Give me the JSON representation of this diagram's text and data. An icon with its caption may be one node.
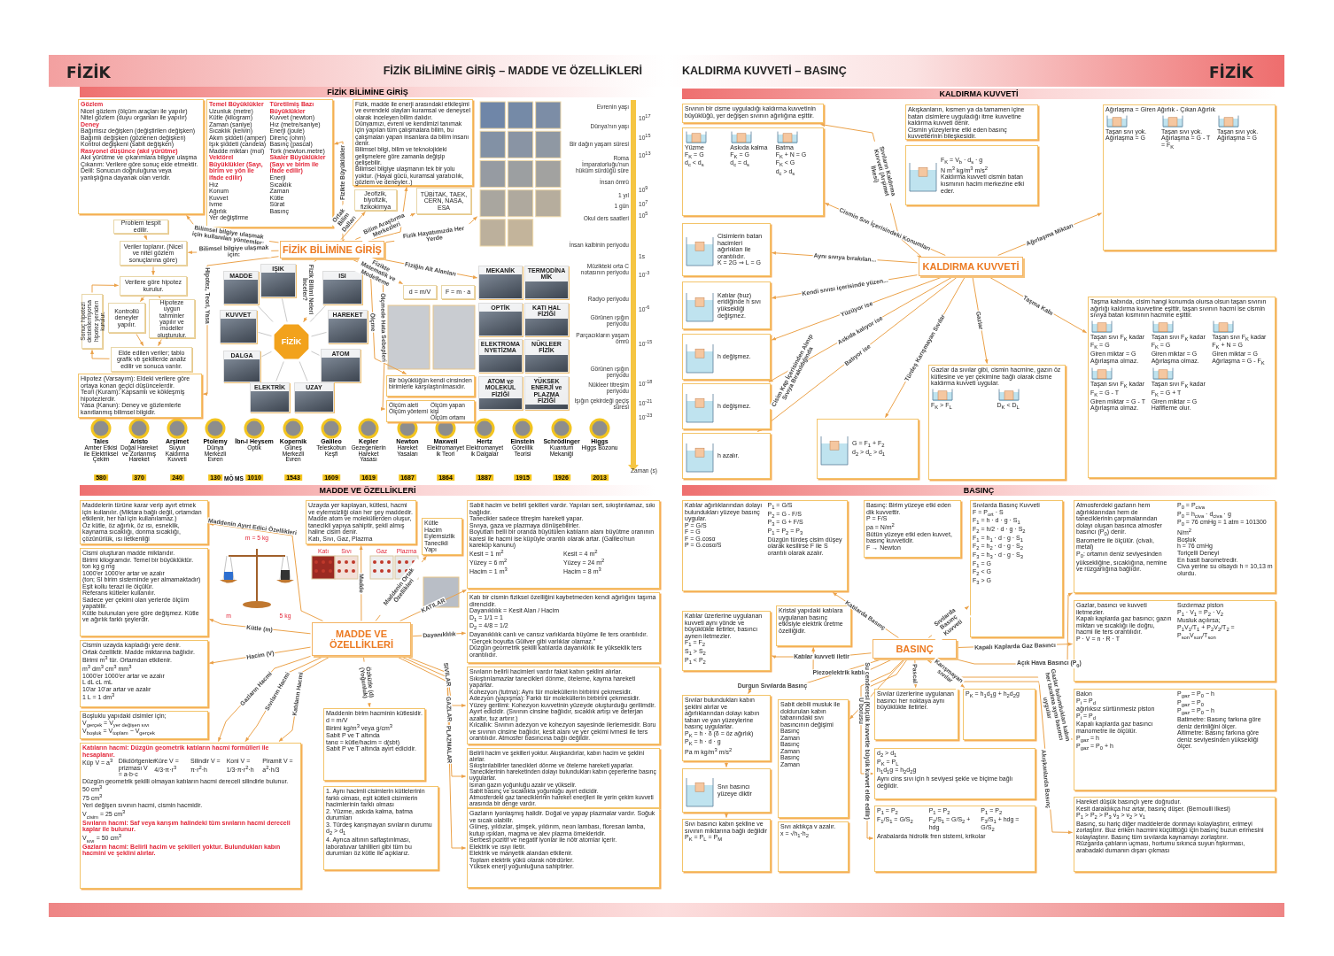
{
  "diagram": {
    "nodes": [
      {
        "text": [
          "FİZİK BİLİMİNE GİRİŞ"
        ]
      },
      {
        "text": [
          "Gözlem",
          "Nicel gözlem (ölçüm araçları ile yapılır)",
          "Nitel gözlem (duyu organları ile yapılır)",
          "Deney",
          "Bağımsız değişken (değiştirilen değişken)",
          "Bağımlı değişken (gözlenen değişken)",
          "Kontrol değişkeni (sabit değişken)",
          "Rasyonel düşünce (akıl yürütme)",
          "Akıl yürütme ve çıkarımlara bilgiye ulaşma",
          "Çıkarım: Verilere göre sonuç elde etmektir.",
          "Delil: Sonucun doğruluğuna veya yanlışlığına dayanak olan veridir."
        ]
      },
      {
        "text": [
          "Temel Büyüklükler",
          "Uzunluk (metre)",
          "Kütle (kilogram)",
          "Zaman (saniye)",
          "Sıcaklık (kelvin)",
          "Akım şiddeti (amper)",
          "Işık şiddeti (candela)",
          "Madde miktarı (mol)",
          "Türetilmiş Bazı Büyüklükler",
          "Kuvvet (newton)",
          "Hız (metre/saniye)",
          "Enerji (joule)",
          "Direnç (ohm)",
          "Basınç (pascal)",
          "Tork (newton.metre)",
          "Vektörel Büyüklükler (Sayı, birim ve yön ile ifade edilir)",
          "Hız",
          "Konum",
          "Kuvvet",
          "İvme",
          "Ağırlık",
          "Yer değiştirme",
          "Skaler Büyüklükler (Sayı ve birim ile ifade edilir)",
          "Enerji",
          "Sıcaklık",
          "Zaman",
          "Kütle",
          "Sürat",
          "Basınç"
        ]
      },
      {
        "text": [
          "Fizik, madde ile enerji arasındaki etkileşimi ve evrendeki olayları kuramsal ve deneysel olarak inceleyen bilim dalıdır.",
          "Dünyamızı, evreni ve kendimizi tanımak için yapılan tüm çalışmalara bilim, bu çalışmaları yapan insanlara da bilim insanı denir.",
          "Bilimsel bilgi, bilim ve teknolojideki gelişmelere göre zamanla değişip gelişebilir.",
          "Bilimsel bilgiye ulaşmanın tek bir yolu yoktur. (Hayal gücü, kuramsal yaratıcılık, gözlem ve deneyler..)"
        ]
      },
      {
        "text": [
          "Jeofizik, biyofizik, fizikokimya"
        ]
      },
      {
        "text": [
          "TÜBİTAK, TAEK, CERN, NASA, ESA"
        ]
      },
      {
        "text": [],
        "shape": "picture"
      },
      {
        "text": [
          "Problem tespit edilir."
        ]
      },
      {
        "text": [
          "Veriler toplanır. (Nicel ve nitel gözlem sonuçlarına göre)"
        ]
      },
      {
        "text": [
          "Verilere göre hipotez kurulur."
        ]
      },
      {
        "text": [
          "Kontrollü deneyler yapılır."
        ]
      },
      {
        "text": [
          "Hipoteze uygun tahminler yapılır ve modeller oluşturulur."
        ]
      },
      {
        "text": [
          "Elde edilen veriler; tablo grafik vb şekillerde analiz edilir ve sonuca varılır."
        ]
      },
      {
        "text": [
          "Sonuç hipotezi desteklemiyorsa hipotez yeniden kurulur."
        ]
      },
      {
        "text": [
          "Hipotez (Varsayım): Eldeki verilere göre ortaya konan geçici düşüncelerdir.",
          "Teori (Kuram): Kapsamlı ve kökleşmiş hipotezlerdir.",
          "Yasa (Kanun): Deney ve gözlemlerle kanıtlanmış bilimsel bilgidir."
        ]
      },
      {
        "text": [
          "FİZİK"
        ]
      },
      {
        "text": [
          "MADDE"
        ]
      },
      {
        "text": [
          "IŞIK"
        ]
      },
      {
        "text": [
          "ISI"
        ]
      },
      {
        "text": [
          "KUVVET"
        ]
      },
      {
        "text": [
          "HAREKET"
        ]
      },
      {
        "text": [
          "DALGA"
        ]
      },
      {
        "text": [
          "ATOM"
        ]
      },
      {
        "text": [
          "ELEKTRİK"
        ]
      },
      {
        "text": [
          "UZAY"
        ]
      },
      {
        "text": [
          "d = m/V"
        ]
      },
      {
        "text": [
          "F = m · a"
        ]
      },
      {
        "text": [
          "Bir büyüklüğün kendi cinsinden birimlerle karşılaştırılmasıdır."
        ]
      },
      {
        "text": [
          "Ölçüm aleti",
          "Ölçüm yöntemi",
          "Ölçüm yapan kişi",
          "Ölçüm ortamı"
        ]
      },
      {
        "text": [
          "MEKANİK"
        ]
      },
      {
        "text": [
          "TERMODİNAMİK"
        ]
      },
      {
        "text": [
          "OPTİK"
        ]
      },
      {
        "text": [
          "KATI HAL FİZİĞİ"
        ]
      },
      {
        "text": [
          "ELEKTROMANYETİZMA"
        ]
      },
      {
        "text": [
          "NÜKLEER FİZİK"
        ]
      },
      {
        "text": [
          "ATOM ve MOLEKÜL FİZİĞİ"
        ]
      },
      {
        "text": [
          "YÜKSEK ENERJİ ve PLAZMA FİZİĞİ"
        ]
      },
      {
        "text": [
          "KALDIRMA KUVVETİ"
        ]
      },
      {
        "text": [
          "Sıvının bir cisme uyguladığı kaldırma kuvvetinin büyüklüğü, yer değişen sıvının ağırlığına eşittir."
        ]
      },
      {
        "text": [
          "Yüzme",
          "F$_{K}$ = G",
          "d$_{c}$ < d$_{s}$",
          "Askıda kalma",
          "F$_{K}$ = G",
          "d$_{c}$ = d$_{s}$",
          "Batma",
          "F$_{K}$ + N = G",
          "F$_{K}$ < G",
          "d$_{c}$ > d$_{s}$"
        ]
      },
      {
        "text": [
          "Akışkanların, kısmen ya da tamamen içine batan cisimlere uyguladığı itme kuvvetine kaldırma kuvveti denir.",
          "Cismin yüzeylerine etki eden basınç kuvvetlerinin bileşkesidir."
        ]
      },
      {
        "text": [
          "F$_{K}$ = V$_{b}$ · d$_{s}$ · g",
          "N   m$^{3}$   kg/m$^{3}$   m/s$^{2}$",
          "Kaldırma kuvveti cismin batan kısmının hacim merkezine etki eder."
        ]
      },
      {
        "text": [
          "Ağırlaşma = Giren Ağırlık - Çıkan Ağırlık",
          "Taşan sıvı yok.",
          "Ağırlaşma = G",
          "Taşan sıvı yok.",
          "Ağırlaşma = G - T = F$_{K}$",
          "Taşan sıvı yok.",
          "Ağırlaşma = G"
        ]
      },
      {
        "text": [
          "Cisimlerin batan hacimleri ağırlıkları ile orantılıdır.",
          "K = 2G ⇒ L = G"
        ]
      },
      {
        "text": [
          "Katılar (buz) eridiğinde h sıvı yüksekliği değişmez."
        ]
      },
      {
        "text": [
          "h değişmez."
        ]
      },
      {
        "text": [
          "h değişmez."
        ]
      },
      {
        "text": [
          "h azalır."
        ]
      },
      {
        "text": [
          "G = F$_{1}$ + F$_{2}$",
          "d$_{2}$ > d$_{c}$ > d$_{1}$"
        ]
      },
      {
        "text": [
          "Gazlar da sıvılar gibi, cismin hacmine, gazın öz kütlesine ve yer çekimine bağlı olarak cisme kaldırma kuvveti uygular.",
          "F$_{K}$ > F$_{L}$",
          "D$_{K}$ < D$_{L}$"
        ]
      },
      {
        "text": [
          "Taşma kabında, cisim hangi konumda olursa olsun taşan sıvının ağırlığı kaldırma kuvvetine eşittir, taşan sıvının hacmi ise cismin sıvıya batan kısmının hacmine eşittir.",
          "Taşan sıvı F$_{K}$ kadar",
          "F$_{K}$ = G",
          "Giren miktar = G",
          "Ağırlaşma olmaz.",
          "Taşan sıvı F$_{K}$ kadar",
          "F$_{K}$ = G",
          "Giren miktar = G",
          "Ağırlaşma olmaz.",
          "Taşan sıvı F$_{K}$ kadar",
          "F$_{K}$ + N = G",
          "Giren miktar = G",
          "Ağırlaşma = G - F$_{K}$",
          "Taşan sıvı F$_{K}$ kadar",
          "F$_{K}$ = G - T",
          "Giren miktar = G - T",
          "Ağırlaşma olmaz.",
          "Taşan sıvı F$_{K}$ kadar",
          "F$_{K}$ = G + T",
          "Giren miktar = G",
          "Hafifleme olur."
        ]
      },
      {
        "text": [
          "MADDE VE ÖZELLİKLERİ"
        ]
      },
      {
        "text": [
          "Maddelerin türüne karar verip ayırt etmek için kullanılır. (Miktara bağlı değil, ortamdan etkilenir, her hal için kullanılamaz.)",
          "Öz kütle, öz ağırlık, öz ısı, esneklik, kaynama sıcaklığı, donma sıcaklığı, çözünürlük, ısı iletkenliği"
        ]
      },
      {
        "text": [
          "Cismi oluşturan madde miktarıdır.",
          "Birimi kilogramdır. Temel bir büyüklüktür.",
          "ton kg g mg",
          "1000'er 1000'er artar ve azalır",
          "(ton; SI birim sisteminde yer almamaktadır)",
          "Eşit kollu terazi ile ölçülür.",
          "Referans kütleler kullanılır.",
          "Sadece yer çekimi olan yerlerde ölçüm yapabilir.",
          "Kütle bulunulan yere göre değişmez. Kütle ve ağırlık farklı şeylerdir."
        ]
      },
      {
        "text": [
          "Cismin uzayda kapladığı yere denir.",
          "Ortak özelliktir. Madde miktarına bağlıdır.",
          "Birimi m$^{3}$ tür. Ortamdan etkilenir.",
          "m$^{3}$ dm$^{3}$ cm$^{3}$ mm$^{3}$",
          "1000'er 1000'er artar ve azalır",
          "L dL cL mL",
          "10'ar 10'ar artar ve azalır",
          "1 L = 1 dm$^{3}$"
        ]
      },
      {
        "text": [
          "Boşluklu yapıdaki cisimler için;",
          "V$_{gerçek}$ = V$_{yer değişen sıvı}$",
          "V$_{boşluk}$ = V$_{toplam}$ − V$_{gerçek}$"
        ]
      },
      {
        "text": [
          "Katıların hacmi: Düzgün geometrik katıların hacmi formülleri ile hesaplanır.",
          "Küp V = a$^{3}$",
          "Dikdörtgenler prizması V = a·b·c",
          "Küre V = 4/3·π·r$^{3}$",
          "Silindir V = π·r$^{2}$·h",
          "Koni V = 1/3·π·r$^{2}$·h",
          "Piramit V = a$^{2}$·h/3",
          "Düzgün geometrik şekilli olmayan katıların hacmi dereceli silindirle bulunur.",
          "50 cm$^{3}$",
          "75 cm$^{3}$",
          "Yeri değişen sıvının hacmi, cismin hacmidir.",
          "V$_{cisim}$ = 25 cm$^{3}$",
          "Sıvıların hacmi: Saf veya karışım halindeki tüm sıvıların hacmi dereceli kaplar ile bulunur.",
          "V$_{sıvı}$ = 50 cm$^{3}$",
          "Gazların hacmi: Belirli hacim ve şekilleri yoktur. Bulundukları kabın hacmini ve şeklini alırlar."
        ]
      },
      {
        "text": [
          "Uzayda yer kaplayan, kütlesi, hacmi ve eylemsizliği olan her şey maddedir.",
          "Madde atom ve moleküllerden oluşur, tanecikli yapıya sahiptir, şekil almış haline cisim denir.",
          "Katı, Sıvı, Gaz, Plazma"
        ]
      },
      {
        "text": [
          "Kütle",
          "Hacim",
          "Eylemsizlik",
          "Tanecikli Yapı"
        ]
      },
      {
        "text": [
          "Sabit hacim ve belirli şekilleri vardır. Yapıları sert, sıkıştırılamaz, sıkı bağlıdır.",
          "Tanecikler sadece titreşim hareketi yapar.",
          "Sıvıya, gaza ve plazmaya dönüşebilirler.",
          "Boyutları belli bir oranda büyütülen katıların alanı büyütme oranının karesi ile hacmi ise küpüyle orantılı olarak artar. (Galileo'nun kareküp kanunu)",
          "Kesit = 1 m$^{2}$",
          "Yüzey = 6 m$^{2}$",
          "Hacim = 1 m$^{3}$",
          "Kesit = 4 m$^{2}$",
          "Yüzey = 24 m$^{2}$",
          "Hacim = 8 m$^{3}$"
        ]
      },
      {
        "text": [
          "Katı bir cismin fiziksel özelliğini kaybetmeden kendi ağırlığını taşıma direncidir.",
          "Dayanıklılık = Kesit Alan / Hacim",
          "D$_{1}$ = 1/1 = 1",
          "D$_{2}$ = 4/8 = 1/2",
          "Dayanıklılık canlı ve cansız varlıklarda büyüme ile ters orantılıdır. \"Gerçek boyutta Güliver gibi varlıklar olamaz.\"",
          "Düzgün geometrik şekilli katılarda dayanıklılık ile yükseklik ters orantılıdır."
        ]
      },
      {
        "text": [
          "Sıvıların belirli hacimleri vardır fakat kabın şeklini alırlar.",
          "Sıkıştırılamazlar tanecikleri dönme, öteleme, kayma hareketi yaparlar.",
          "Kohezyon (tutma): Aynı tür moleküllerin birbirini çekmesidir.",
          "Adezyon (yapışma): Farklı tür moleküllerin birbirini çekmesidir.",
          "Yüzey gerilimi: Kohezyon kuvvetinin yüzeyde oluşturduğu gerilimdir. Ayırt edicidir. (Sıvının cinsine bağlıdır, sıcaklık artışı ve deterjan azaltır, tuz artırır.)",
          "Kılcallık: Sıvının adezyon ve kohezyon sayesinde ilerlemesidir. Boru ve sıvının cinsine bağlıdır, kesit alanı ve yer çekimi ivmesi ile ters orantılıdır. Atmosfer basıncına bağlı değildir."
        ]
      },
      {
        "text": [
          "Belirli hacim ve şekilleri yoktur. Akışkandırlar, kabın hacim ve şeklini alırlar.",
          "Sıkıştırılabilirler tanecikleri dönme ve öteleme hareketi yaparlar.",
          "Taneciklerinin hareketinden dolayı bulundukları kabın çeperlerine basınç uygularlar.",
          "Isınan gazın yoğunluğu azalır ve yükselir.",
          "Sabit basınç ve sıcaklıkta yoğunluğu ayırt edicidir.",
          "Atmosferdeki gaz taneciklerinin hareket enerjileri ile yerin çekim kuvveti arasında bir denge vardır."
        ]
      },
      {
        "text": [
          "Gazların iyonlaşmış halidir. Doğal ve yapay plazmalar vardır. Soğuk ve sıcak olabilir.",
          "Güneş, yıldızlar, şimşek, yıldırım, neon lambası, floresan lamba, kutup ışıkları, magma ve alev plazma örnekleridir.",
          "Serbest pozitif ve negatif iyonlar ile nötr atomlar içerir.",
          "Elektrik ve ısıyı iletir.",
          "Elektrik ve manyetik alandan etkilenir.",
          "Toplam elektrik yükü olarak nötrdürler.",
          "Yüksek enerji yoğunluğuna sahiptirler."
        ]
      },
      {
        "text": [
          "Maddenin birim hacminin kütlesidir. d = m/V",
          "Birimi kg/m$^{3}$ veya g/cm$^{3}$",
          "Sabit P ve T altında",
          "tanα = kütle/hacim = d(sbt)",
          "Sabit P ve T altında ayırt edicidir."
        ]
      },
      {
        "text": [
          "1. Aynı hacimli cisimlerin kütlelerinin farklı olması, eşit kütleli cisimlerin hacimlerinin farklı olması",
          "2. Yüzme, askıda kalma, batma durumları",
          "3. Türdeş karışmayan sıvıların durumu",
          "d$_{2}$ > d$_{1}$",
          "4. Ayrıca altının saflaştırılması, laboratuvar tahlilleri gibi tüm bu durumları öz kütle ile açıklarız."
        ]
      },
      {
        "text": [
          "BASINÇ"
        ]
      },
      {
        "text": [
          "Katılar ağırlıklarından dolayı bulundukları yüzeye basınç uygular.",
          "P = G/S",
          "F = G",
          "F = G.cosα",
          "P = G.cosα/S",
          "P$_{1}$ = G/S",
          "P$_{2}$ = G - F/S",
          "P$_{3}$ = G + F/S",
          "P$_{1}$ = P$_{2}$ = P$_{3}$",
          "Düzgün türdeş cisim düşey olarak kesilirse F ile S orantılı olarak azalır."
        ]
      },
      {
        "text": [
          "Basınç: Birim yüzeye etki eden dik kuvvettir.",
          "P = F/S",
          "pa = N/m$^{2}$",
          "Bütün yüzeye etki eden kuvvet, basınç kuvvetidir.",
          "F → Newton"
        ]
      },
      {
        "text": [
          "Sıvılarda Basınç Kuvveti",
          "F = P$_{ort}$ · S",
          "F$_{1}$ = h · d · g · S$_{1}$",
          "F$_{2}$ = h/2 · d · g · S$_{2}$",
          "F$_{1}$ = h$_{1}$ · d · g · S$_{1}$",
          "F$_{2}$ = h$_{2}$ · d · g · S$_{2}$",
          "F$_{3}$ = h$_{3}$ · d · g · S$_{3}$",
          "F$_{1}$ = G",
          "F$_{2}$ < G",
          "F$_{3}$ > G"
        ]
      },
      {
        "text": [
          "Atmosferdeki gazların hem ağırlıklarından hem de taneciklerinin çarpmalarından dolayı oluşan basınca atmosfer basıncı (P$_{0}$) denir.",
          "Barometre ile ölçülür. (civalı, metal)",
          "P$_{0}$: ortamın deniz seviyesinden yüksekliğine, sıcaklığına, nemine ve rüzgarlığına bağlıdır.",
          "P$_{0}$ = P$_{civa}$",
          "P$_{0}$ = h$_{civa}$ · d$_{civa}$ · g",
          "P$_{0}$ = 76 cmHg = 1 atm = 101300 N/m$^{2}$",
          "Boşluk",
          "h = 76 cmHg",
          "Toriçelli Deneyi",
          "En basit barometredir.",
          "Civa yerine su olsaydı h = 10,13 m olurdu."
        ]
      },
      {
        "text": [
          "Katılar üzerlerine uygulanan kuvveti aynı yönde ve büyüklükte iletirler, basıncı aynen iletmezler.",
          "F$_{1}$ = F$_{2}$",
          "S$_{1}$ > S$_{2}$",
          "P$_{1}$ < P$_{2}$"
        ]
      },
      {
        "text": [
          "Kristal yapıdaki katılara uygulanan basınç etkisiyle elektrik üretme özelliğidir."
        ]
      },
      {
        "text": [
          "Sıvılar bulundukları kabın şeklini alırlar ve ağırlıklarından dolayı kabın taban ve yan yüzeylerine basınç uygularlar.",
          "P$_{K}$ = h · δ (δ = öz ağırlık)",
          "P$_{K}$ = h · d · g",
          "Pa   m   kg/m$^{3}$   m/s$^{2}$"
        ]
      },
      {
        "text": [
          "Sıvı basıncı yüzeye diktir"
        ]
      },
      {
        "text": [
          "Sıvı basıncı kabın şekline ve sıvının miktarına bağlı değildir",
          "P$_{K}$ = P$_{L}$ = P$_{M}$"
        ]
      },
      {
        "text": [
          "Sabit debili musluk ile doldurulan kabın tabanındaki sıvı basıncının değişimi",
          "Basınç",
          "Zaman",
          "Basınç",
          "Zaman",
          "Basınç",
          "Zaman"
        ]
      },
      {
        "text": [
          "Sıvı aktıkça v azalır.",
          "x = √h$_{1}$·h$_{2}$"
        ]
      },
      {
        "text": [
          "Sıvılar üzerlerine uygulanan basıncı her noktaya aynı büyüklükte iletirler."
        ]
      },
      {
        "text": [
          "P$_{K}$ = h$_{1}$d$_{1}$g + h$_{2}$d$_{2}$g"
        ]
      },
      {
        "text": [
          "d$_{2}$ > d$_{1}$",
          "P$_{K}$ = P$_{L}$",
          "h$_{1}$d$_{1}$g = h$_{2}$d$_{2}$g",
          "Aynı cins sıvı için h seviyesi şekle ve biçime bağlı değildir."
        ]
      },
      {
        "text": [
          "P$_{1}$ = P$_{2}$",
          "F$_{1}$/S$_{1}$ = G/S$_{2}$",
          "P$_{1}$ = P$_{2}$",
          "F$_{2}$/S$_{1}$ = G/S$_{2}$ + hdg",
          "P$_{1}$ = P$_{2}$",
          "F$_{3}$/S$_{1}$ + hdg = G/S$_{2}$",
          "Arabalarda hidrolik fren sistemi, krikolar"
        ]
      },
      {
        "text": [
          "Gazlar, basıncı ve kuvveti iletmezler.",
          "Kapalı kaplarda gaz basıncı; gazın miktarı ve sıcaklığı ile doğru, hacmi ile ters orantılıdır.",
          "P · V = n · R · T",
          "Sızdırmaz piston",
          "P$_{1}$ · V$_{1}$ = P$_{2}$ · V$_{2}$",
          "Musluk açılırsa;",
          "P$_{1}$V$_{1}$/T$_{1}$ + P$_{2}$V$_{2}$/T$_{2}$ = P$_{son}$V$_{son}$/T$_{son}$"
        ]
      },
      {
        "text": [
          "Balon",
          "P$_{i}$ = P$_{d}$",
          "ağırlıksız sürtünmesiz piston",
          "P$_{i}$ = P$_{d}$",
          "Kapalı kaplarda gaz basıncı manometre ile ölçülür.",
          "P$_{gaz}$ = h",
          "P$_{gaz}$ = P$_{0}$ + h",
          "P$_{gaz}$ = P$_{0}$ − h",
          "P$_{gaz}$ = P$_{0}$",
          "P$_{gaz}$ = P$_{0}$ − h",
          "Batimetre: Basınç farkına göre deniz derinliğini ölçer.",
          "Altimetre: Basınç farkına göre deniz seviyesinden yüksekliği ölçer."
        ]
      },
      {
        "text": [
          "Hareket düşük basınçlı yere doğrudur.",
          "Kesit daraldıkça hız artar, basınç düşer. (Bernoulli ilkesi)",
          "P$_{1}$ > P$_{2}$ > P$_{3}$   v$_{3}$ > v$_{2}$ > v$_{1}$",
          "Basınç, su hariç diğer maddelerde donmayı kolaylaştırır, erimeyi zorlaştırır. Buz eriken hacmini küçülttüğü için basınç buzun erimesini kolaylaştırır. Basınç tüm sıvılarda kaynamayı zorlaştırır.",
          "Rüzgarda çatıların uçması, hortumu sıkınca suyun fışkırması, arabadaki dumanın dışarı çıkması"
        ]
      }
    ],
    "edges": [
      {
        "from": 0,
        "to": 1,
        "arrow": "to",
        "label": "Bilimsel bilgiye ulaşmak için kullanılan yöntemler:"
      },
      {
        "from": 0,
        "to": 8,
        "arrow": "to",
        "label": "Bilimsel bilgiye ulaşmak için:"
      },
      {
        "from": 0,
        "to": 2,
        "arrow": "to",
        "label": "Fizikte Büyüklükler"
      },
      {
        "from": 0,
        "to": 3,
        "arrow": "to"
      },
      {
        "from": 0,
        "to": 4,
        "arrow": "to",
        "label": "Ortak Bilim Dalları"
      },
      {
        "from": 0,
        "to": 5,
        "arrow": "to",
        "label": "Bilim Araştırma Merkezleri"
      },
      {
        "from": 0,
        "to": 6,
        "arrow": "to",
        "label": "Fizik Hayatımızda Her Yerde"
      },
      {
        "from": 0,
        "to": 29,
        "arrow": "to",
        "label": "Fiziğin Alt Alanları"
      },
      {
        "from": 0,
        "to": 25,
        "arrow": "to",
        "label": "Fizikte Matematik ve Modelleme"
      },
      {
        "from": 0,
        "to": 27,
        "arrow": "to",
        "label": "Ölçme"
      },
      {
        "from": 0,
        "to": 28,
        "arrow": "to",
        "label": "Ölçmede Hata Sebepleri"
      },
      {
        "from": 0,
        "to": 14,
        "arrow": "to",
        "label": "Hipotez, Teori, Yasa"
      },
      {
        "from": 0,
        "to": 15,
        "arrow": "to",
        "label": "Fizik Bilimi Neleri İnceler?"
      },
      {
        "from": 7,
        "to": 8,
        "arrow": "to"
      },
      {
        "from": 8,
        "to": 9,
        "arrow": "to"
      },
      {
        "from": 9,
        "to": 10,
        "arrow": "to"
      },
      {
        "from": 9,
        "to": 11,
        "arrow": "to"
      },
      {
        "from": 10,
        "to": 12,
        "arrow": "to"
      },
      {
        "from": 11,
        "to": 12,
        "arrow": "to"
      },
      {
        "from": 12,
        "to": 13,
        "arrow": "to"
      },
      {
        "from": 13,
        "to": 9,
        "arrow": "to"
      },
      {
        "from": 15,
        "to": 16,
        "arrow": "none",
        "color": "#c8c8c8"
      },
      {
        "from": 15,
        "to": 17,
        "arrow": "none",
        "color": "#c8c8c8"
      },
      {
        "from": 15,
        "to": 18,
        "arrow": "none",
        "color": "#c8c8c8"
      },
      {
        "from": 15,
        "to": 19,
        "arrow": "none",
        "color": "#c8c8c8"
      },
      {
        "from": 15,
        "to": 20,
        "arrow": "none",
        "color": "#c8c8c8"
      },
      {
        "from": 15,
        "to": 21,
        "arrow": "none",
        "color": "#c8c8c8"
      },
      {
        "from": 15,
        "to": 22,
        "arrow": "none",
        "color": "#c8c8c8"
      },
      {
        "from": 15,
        "to": 23,
        "arrow": "none",
        "color": "#c8c8c8"
      },
      {
        "from": 15,
        "to": 24,
        "arrow": "none",
        "color": "#c8c8c8"
      },
      {
        "from": 37,
        "to": 38,
        "arrow": "to",
        "label": "Sıvıların Kaldırma Kuvveti (Arşimet İlkesi)"
      },
      {
        "from": 37,
        "to": 39,
        "arrow": "to",
        "label": "Cismin Sıvı İçerisindeki Konumları"
      },
      {
        "from": 37,
        "to": 43,
        "arrow": "to",
        "label": "Aynı sıvıya bırakılan..."
      },
      {
        "from": 37,
        "to": 44,
        "arrow": "to",
        "label": "Kendi sıvısı içerisinde yüzen..."
      },
      {
        "from": 37,
        "to": 45,
        "arrow": "to",
        "label": "Yüzüyor ise"
      },
      {
        "from": 37,
        "to": 46,
        "arrow": "to",
        "label": "Askıda kalıyor ise"
      },
      {
        "from": 37,
        "to": 47,
        "arrow": "to",
        "label": "Batıyor ise"
      },
      {
        "from": 37,
        "to": 48,
        "arrow": "to",
        "label": "Türdeş Karışmayan Sıvılar"
      },
      {
        "from": 37,
        "to": 49,
        "arrow": "to",
        "label": "Gazlar"
      },
      {
        "from": 37,
        "to": 42,
        "arrow": "to",
        "label": "Ağırlaşma Miktarı"
      },
      {
        "from": 37,
        "to": 50,
        "arrow": "to",
        "label": "Taşma Kabı"
      },
      {
        "from": 51,
        "to": 52,
        "arrow": "to",
        "label": "Maddenin Ayırt Edici Özellikleri"
      },
      {
        "from": 51,
        "to": 53,
        "arrow": "to",
        "label": "Kütle (m)"
      },
      {
        "from": 51,
        "to": 54,
        "arrow": "to",
        "label": "Hacim (V)"
      },
      {
        "from": 51,
        "to": 56,
        "arrow": "to",
        "label": "Gazların Hacmi"
      },
      {
        "from": 51,
        "to": 56,
        "arrow": "to",
        "label": "Sıvıların Hacmi"
      },
      {
        "from": 51,
        "to": 56,
        "arrow": "to",
        "label": "Katıların Hacmi"
      },
      {
        "from": 51,
        "to": 57,
        "arrow": "to",
        "label": "Madde"
      },
      {
        "from": 51,
        "to": 58,
        "arrow": "to",
        "label": "Maddenin Ortak Özellikleri"
      },
      {
        "from": 51,
        "to": 59,
        "arrow": "to",
        "label": "KATILAR"
      },
      {
        "from": 51,
        "to": 60,
        "arrow": "to",
        "label": "Dayanıklılık"
      },
      {
        "from": 51,
        "to": 61,
        "arrow": "to",
        "label": "SIVILAR"
      },
      {
        "from": 51,
        "to": 62,
        "arrow": "to",
        "label": "GAZLAR"
      },
      {
        "from": 51,
        "to": 63,
        "arrow": "to",
        "label": "PLAZMALAR"
      },
      {
        "from": 51,
        "to": 64,
        "arrow": "to",
        "label": "Özkütle (d) (Yoğunluk)"
      },
      {
        "from": 66,
        "to": 67,
        "arrow": "to",
        "label": "Katılarda Basınç"
      },
      {
        "from": 66,
        "to": 69,
        "arrow": "to",
        "label": "Sıvılarda Basınç Kuvveti"
      },
      {
        "from": 66,
        "to": 70,
        "arrow": "to",
        "label": "Açık Hava Basıncı (P$_{0}$)"
      },
      {
        "from": 66,
        "to": 71,
        "arrow": "to",
        "label": "Katılar kuvveti iletir"
      },
      {
        "from": 66,
        "to": 72,
        "arrow": "to",
        "label": "Piezoelektrik katılar"
      },
      {
        "from": 66,
        "to": 73,
        "arrow": "to",
        "label": "Durgun Sıvılarda Basınç"
      },
      {
        "from": 73,
        "to": 74,
        "arrow": "to"
      },
      {
        "from": 74,
        "to": 75,
        "arrow": "to"
      },
      {
        "from": 66,
        "to": 76,
        "arrow": "to"
      },
      {
        "from": 66,
        "to": 78,
        "arrow": "to",
        "label": "Pascal"
      },
      {
        "from": 66,
        "to": 79,
        "arrow": "to",
        "label": "Karışmayan sıvılar"
      },
      {
        "from": 66,
        "to": 80,
        "arrow": "to",
        "label": "U borusu"
      },
      {
        "from": 66,
        "to": 81,
        "arrow": "to",
        "label": "Su cenderesi (Küçük kuvvetle büyük kuvvet elde edilir)"
      },
      {
        "from": 66,
        "to": 82,
        "arrow": "to",
        "label": "Kapalı Kaplarda Gaz Basıncı"
      },
      {
        "from": 66,
        "to": 83,
        "arrow": "to",
        "label": "Gazlar bulundukları kabın her tarafına aynı basıncı uygular"
      },
      {
        "from": 66,
        "to": 84,
        "arrow": "to",
        "label": "Akışkanlarda Basınç"
      }
    ],
    "labels": [
      "FİZİK",
      "FİZİK BİLİMİNE GİRİŞ – MADDE VE ÖZELLİKLERİ",
      "KALDIRMA KUVVETİ – BASINÇ",
      "FİZİK",
      "FİZİK BİLİMİNE GİRİŞ",
      "KALDIRMA KUVVETİ",
      "MADDE VE ÖZELLİKLERİ",
      "BASINÇ",
      "Evrenin yaşı",
      "10$^{17}$",
      "Dünya'nın yaşı",
      "10$^{15}$",
      "Bir dağın yaşam süresi",
      "10$^{13}$",
      "Roma İmparatorluğu'nun hüküm sürdüğü süre",
      "İnsan ömrü",
      "10$^{9}$",
      "1 yıl",
      "10$^{7}$",
      "1 gün",
      "10$^{5}$",
      "Okul ders saatleri",
      "İnsan kalbinin periyodu",
      "1s",
      "Müzikteki orta C notasının periyodu",
      "10$^{-3}$",
      "Radyo periyodu",
      "10$^{-6}$",
      "Görünen ışığın periyodu",
      "Parçacıkların yaşam ömrü",
      "10$^{-15}$",
      "Görünen ışığın periyodu",
      "10$^{-18}$",
      "Nükleer titreşim periyodu",
      "10$^{-21}$",
      "Işığın çekirdeği geçiş süresi",
      "10$^{-23}$",
      "Zaman (s)",
      "Tales",
      "Amber Etkisi ile Elektriksel Çekim",
      "580",
      "Aristo",
      "Doğal Hareket ve Zorlanmış Hareket",
      "370",
      "Arşimet",
      "Suyun Kaldırma Kuvveti",
      "240",
      "Ptolemy",
      "Dünya Merkezli Evren",
      "130",
      "MÖ",
      "MS",
      "İbn-i Heysem",
      "Optik",
      "1010",
      "Kopernik",
      "Güneş Merkezli Evren",
      "1543",
      "Galileo",
      "Teleskobun Keşfi",
      "1609",
      "Kepler",
      "Gezegenlerin Hareket Yasası",
      "1619",
      "Newton",
      "Hareket Yasaları",
      "1687",
      "Maxwell",
      "Elektromanyetik Teori",
      "1864",
      "Hertz",
      "Elektromanyetik Dalgalar",
      "1887",
      "Einstein",
      "Görelilik Teorisi",
      "1915",
      "Schrödinger",
      "Kuantum Mekaniği",
      "1926",
      "Higgs",
      "Higgs Bozonu",
      "2013",
      "Cisim Kap İçerisinden Alınıp Sıvıya Bırakıldığında",
      "Katı",
      "Sıvı",
      "Gaz",
      "Plazma",
      "m",
      "5 kg",
      "m = 5 kg"
    ]
  }
}
